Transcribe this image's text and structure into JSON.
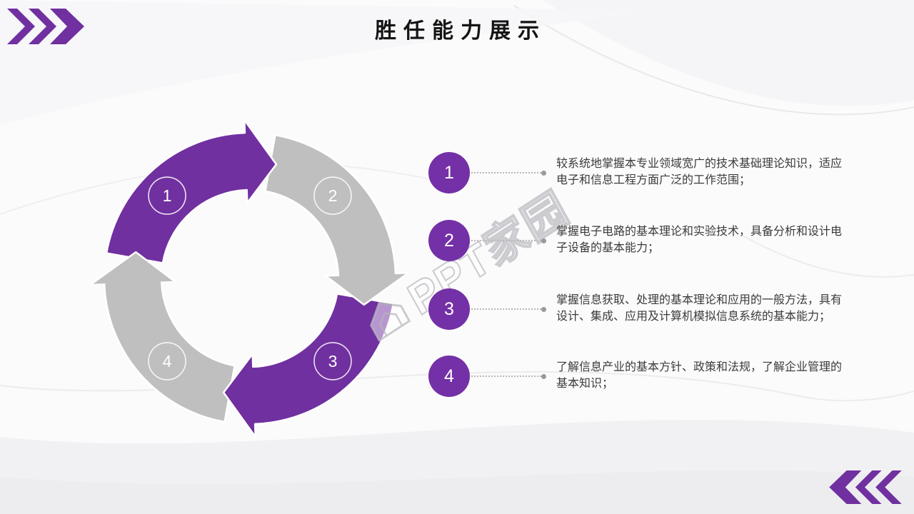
{
  "slide": {
    "title": "胜任能力展示",
    "watermark_text": "PPT家园"
  },
  "colors": {
    "purple": "#7030A0",
    "gray": "#BFBFBF",
    "circle_purple": "#7430A6",
    "title_text": "#141414",
    "body_text": "#3B3B3B",
    "connector_dot": "#9A9A9A"
  },
  "diagram": {
    "type": "circular-cycle",
    "segments": [
      {
        "num": "1",
        "color": "purple"
      },
      {
        "num": "2",
        "color": "gray"
      },
      {
        "num": "3",
        "color": "purple"
      },
      {
        "num": "4",
        "color": "gray"
      }
    ]
  },
  "items": [
    {
      "num": "1",
      "text": "较系统地掌握本专业领域宽广的技术基础理论知识，适应电子和信息工程方面广泛的工作范围；"
    },
    {
      "num": "2",
      "text": "掌握电子电路的基本理论和实验技术，具备分析和设计电子设备的基本能力；"
    },
    {
      "num": "3",
      "text": "掌握信息获取、处理的基本理论和应用的一般方法，具有设计、集成、应用及计算机模拟信息系统的基本能力；"
    },
    {
      "num": "4",
      "text": "了解信息产业的基本方针、政策和法规，了解企业管理的基本知识；"
    }
  ]
}
